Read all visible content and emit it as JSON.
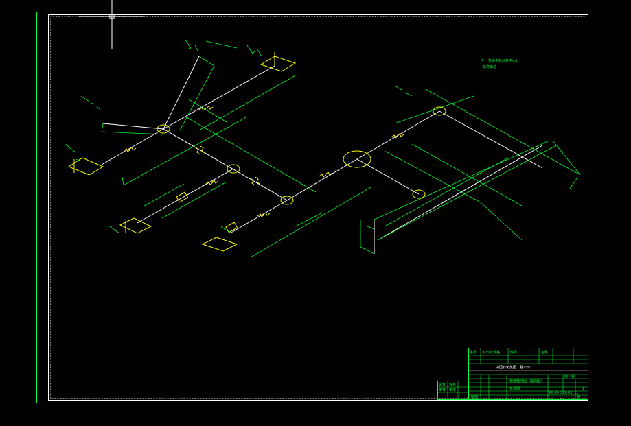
{
  "drawing": {
    "background_color": "#000000",
    "frame_color": "#00ff33",
    "pipe_color": "#ffffff",
    "fitting_color": "#ffff00",
    "notes": {
      "line1": "注: 管道坐标以管中心计",
      "line2": "标高单位"
    }
  },
  "title_block": {
    "company": "中国石化集团工程公司",
    "drawing_title": "管道轴测图（轴测图）",
    "sheet_label": "管道图",
    "drawing_number": "PG-0-003-03-11",
    "scale_label": "比例",
    "sheet_label_short": "张",
    "revision": "1",
    "stage_label": "施工图",
    "rows_left": [
      "设计",
      "校核",
      "审核",
      "审定"
    ],
    "header_cells": [
      "序号",
      "材料或规格",
      "件号",
      "名称"
    ]
  },
  "cursor": {
    "icon": "crosshair-cursor-icon"
  }
}
